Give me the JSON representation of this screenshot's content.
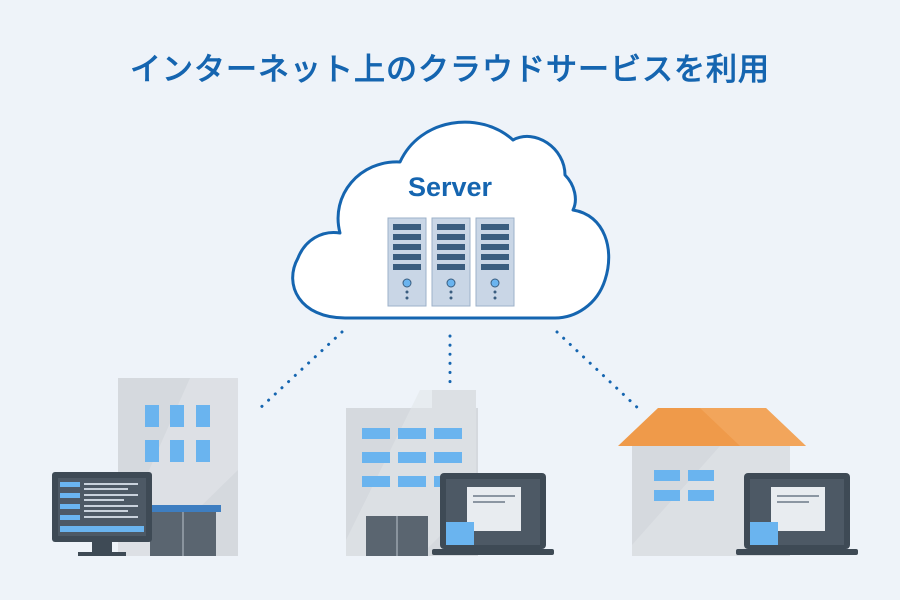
{
  "title": "インターネット上のクラウドサービスを利用",
  "cloud": {
    "label": "Server",
    "server_rack_count": 3
  },
  "locations": [
    {
      "id": "office-building",
      "device": "desktop-monitor"
    },
    {
      "id": "company-building",
      "device": "laptop"
    },
    {
      "id": "house",
      "device": "laptop"
    }
  ],
  "colors": {
    "title": "#1565b0",
    "background": "#eef3f9",
    "cloud_outline": "#1565b0",
    "connection_dots": "#1565b0",
    "window_blue": "#6ab4ef",
    "building_gray": "#d5d9de",
    "roof_orange": "#ef9a4a",
    "device_dark": "#3e4a55"
  }
}
